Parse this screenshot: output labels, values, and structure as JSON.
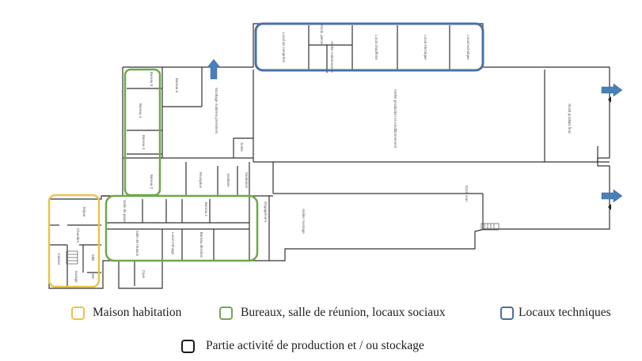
{
  "diagram": {
    "type": "floor-plan",
    "zones": [
      {
        "id": "locaux-techniques",
        "color": "#4a6fa5"
      },
      {
        "id": "bureaux-nord",
        "color": "#6fa84a"
      },
      {
        "id": "bureaux-sud",
        "color": "#6fa84a"
      },
      {
        "id": "maison-habitation",
        "color": "#e8c44a"
      }
    ],
    "rooms": {
      "tech1": "Local air comprimé",
      "tech2": "Stock. pièces",
      "tech3": "Atelier maintenance",
      "tech4": "Local chaufferie",
      "tech5": "Local électrique",
      "tech6": "Local technique",
      "bureau_g": "Bureau 6",
      "bureau_a": "Bureau 5",
      "bureau_b": "Bureau 4",
      "bureau_c": "Bureau 3",
      "bureau_d": "Bureau 2",
      "archives": "Archives",
      "stock_mp": "Stockage matières premières",
      "atelier_grand": "Atelier production et conditionnement",
      "stock_pf": "Stock produits finis",
      "reception": "Réception",
      "vestiaire": "Vestiaire",
      "sanitaires": "Sanitaires",
      "sortie": "Sortie",
      "degagement": "Dégagement",
      "atelier_montage": "Atelier montage",
      "stock_vrac": "Stock vrac",
      "salle_reunion": "Salle de réunion",
      "bureau_1": "Bureau 1",
      "bureau_direction": "Bureau direction",
      "salle_pause": "Salle de pause",
      "local_menage": "Local ménage",
      "sejour": "Séjour",
      "chambre": "Chambre",
      "cuisine": "Cuisine",
      "garage": "Garage",
      "sdb": "SdB",
      "wc": "WC",
      "cave": "Cave"
    },
    "exit_arrows": [
      "exit-north",
      "exit-east-1",
      "exit-east-2"
    ]
  },
  "legend": {
    "items": [
      {
        "label": "Maison habitation",
        "color": "#e8c44a"
      },
      {
        "label": "Bureaux, salle de réunion, locaux sociaux",
        "color": "#7ca05a"
      },
      {
        "label": "Locaux techniques",
        "color": "#4f6e98"
      },
      {
        "label": "Partie activité de production et / ou stockage",
        "color": "#1a1a1a"
      }
    ]
  }
}
